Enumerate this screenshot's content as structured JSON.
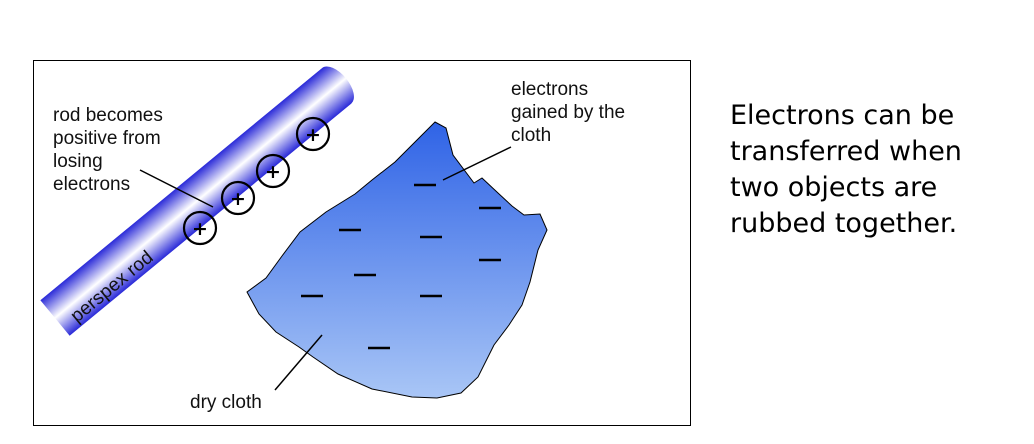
{
  "diagram": {
    "labels": {
      "rod_positive": "rod becomes\npositive from\nlosing\nelectrons",
      "electrons_gained": "electrons\ngained by the\ncloth",
      "perspex_rod": "perspex rod",
      "dry_cloth": "dry cloth"
    },
    "rod_charge_symbol": "+",
    "cloth_charge_symbol": "−",
    "colors": {
      "rod_edge": "#2a2ad8",
      "rod_center": "#ffffff",
      "cloth_top": "#2f63e6",
      "cloth_bottom": "#a9c6f6"
    }
  },
  "caption": "Electrons can be\ntransferred when\ntwo objects are\nrubbed together."
}
